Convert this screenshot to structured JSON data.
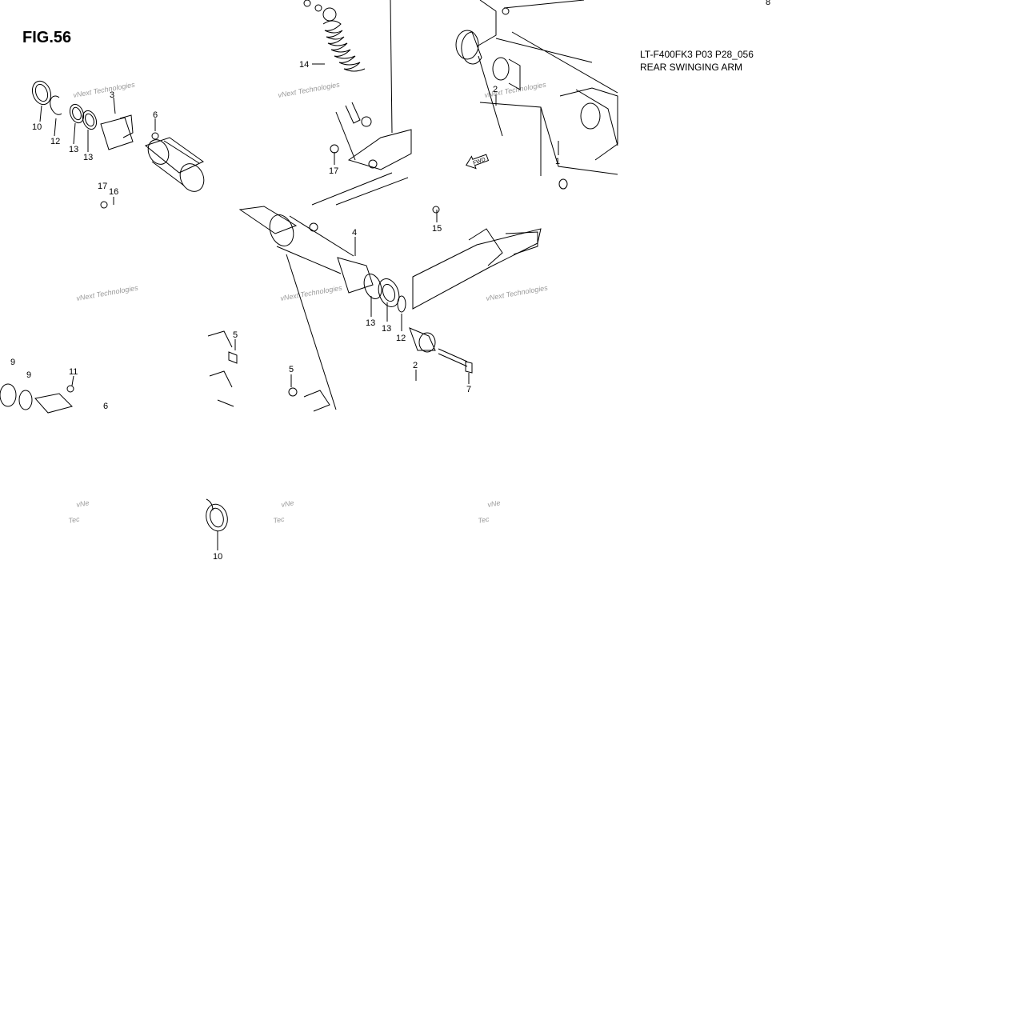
{
  "figure": {
    "title": "FIG.56",
    "model_code": "LT-F400FK3 P03 P28_056",
    "name": "REAR SWINGING ARM"
  },
  "fwd_label": "FWD",
  "watermark_text": [
    "vNext Technologies",
    "vNe",
    "Tec"
  ],
  "part_numbers": [
    "1",
    "2",
    "2",
    "3",
    "4",
    "5",
    "5",
    "6",
    "6",
    "7",
    "8",
    "9",
    "9",
    "10",
    "10",
    "11",
    "12",
    "12",
    "13",
    "13",
    "13",
    "13",
    "14",
    "15",
    "16",
    "17",
    "17"
  ]
}
